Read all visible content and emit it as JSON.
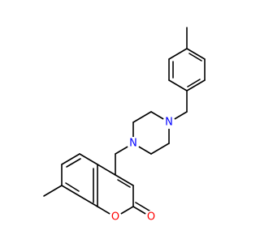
{
  "structure": {
    "atoms": {
      "n_upper": {
        "label": "N",
        "color": "#0000ff"
      },
      "n_lower": {
        "label": "N",
        "color": "#0000ff"
      },
      "o_ring": {
        "label": "O",
        "color": "#ff0000"
      },
      "o_carbonyl": {
        "label": "O",
        "color": "#ff0000"
      }
    }
  }
}
